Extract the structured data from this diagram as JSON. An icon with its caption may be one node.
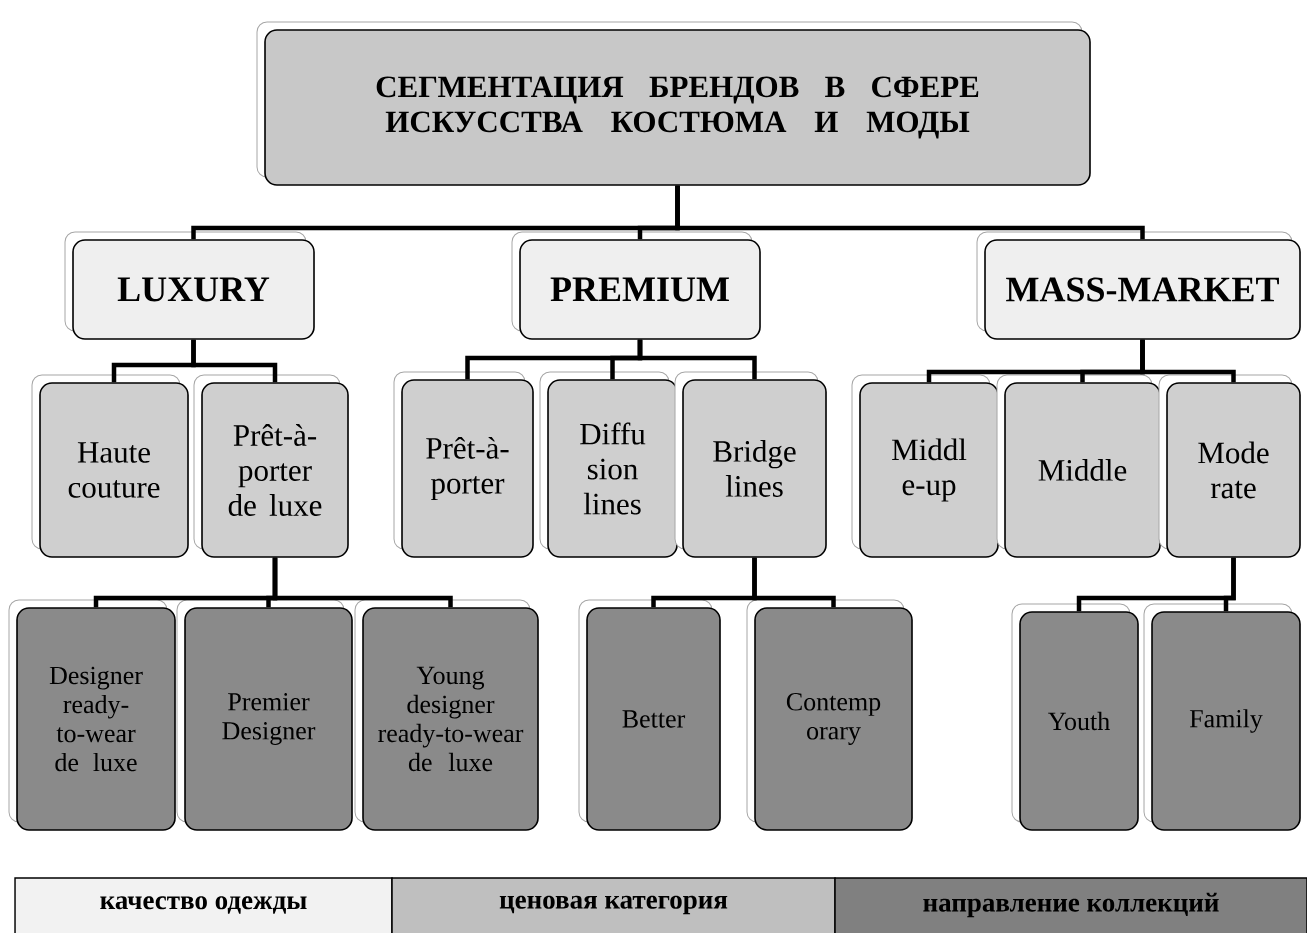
{
  "diagram": {
    "nodes": [
      {
        "text": [
          "СЕГМЕНТАЦИЯ БРЕНДОВ В СФЕРЕ ИСКУССТВА КОСТЮМА И МОДЫ"
        ]
      },
      {
        "text": [
          "LUXURY"
        ]
      },
      {
        "text": [
          "PREMIUM"
        ]
      },
      {
        "text": [
          "MASS-MARKET"
        ]
      },
      {
        "text": [
          "Haute couture"
        ]
      },
      {
        "text": [
          "Prêt-à-porter de luxe"
        ]
      },
      {
        "text": [
          "Prêt-à-porter"
        ]
      },
      {
        "text": [
          "Diffu sion lines"
        ]
      },
      {
        "text": [
          "Bridge lines"
        ]
      },
      {
        "text": [
          "Middl e-up"
        ]
      },
      {
        "text": [
          "Middle"
        ]
      },
      {
        "text": [
          "Mode rate"
        ]
      },
      {
        "text": [
          "Designer ready-to-wear de luxe"
        ]
      },
      {
        "text": [
          "Premier Designer"
        ]
      },
      {
        "text": [
          "Young designer ready-to-wear de luxe"
        ]
      },
      {
        "text": [
          "Better"
        ]
      },
      {
        "text": [
          "Contemp orary"
        ]
      },
      {
        "text": [
          "Youth"
        ]
      },
      {
        "text": [
          "Family"
        ]
      }
    ],
    "edges": [
      {
        "from": 0,
        "to": 1,
        "arrow": "none"
      },
      {
        "from": 0,
        "to": 2,
        "arrow": "none"
      },
      {
        "from": 0,
        "to": 3,
        "arrow": "none"
      },
      {
        "from": 1,
        "to": 4,
        "arrow": "none"
      },
      {
        "from": 1,
        "to": 5,
        "arrow": "none"
      },
      {
        "from": 2,
        "to": 6,
        "arrow": "none"
      },
      {
        "from": 2,
        "to": 7,
        "arrow": "none"
      },
      {
        "from": 2,
        "to": 8,
        "arrow": "none"
      },
      {
        "from": 3,
        "to": 9,
        "arrow": "none"
      },
      {
        "from": 3,
        "to": 10,
        "arrow": "none"
      },
      {
        "from": 3,
        "to": 11,
        "arrow": "none"
      },
      {
        "from": 5,
        "to": 12,
        "arrow": "none"
      },
      {
        "from": 5,
        "to": 13,
        "arrow": "none"
      },
      {
        "from": 5,
        "to": 14,
        "arrow": "none"
      },
      {
        "from": 8,
        "to": 15,
        "arrow": "none"
      },
      {
        "from": 8,
        "to": 16,
        "arrow": "none"
      },
      {
        "from": 11,
        "to": 17,
        "arrow": "none"
      },
      {
        "from": 11,
        "to": 18,
        "arrow": "none"
      }
    ],
    "legend": [
      {
        "text": "качество одежды",
        "color": "#f2f2f2"
      },
      {
        "text": "ценовая категория",
        "color": "#bfbfbf"
      },
      {
        "text": "направление коллекций",
        "color": "#808080"
      }
    ]
  }
}
